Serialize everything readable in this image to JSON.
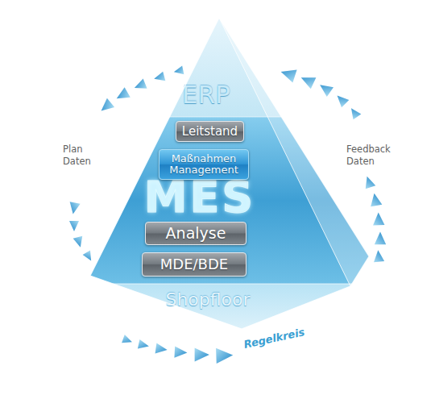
{
  "diagram": {
    "nodes": [
      {
        "text": [
          "ERP"
        ]
      },
      {
        "text": [
          "MES"
        ]
      },
      {
        "text": [
          "Leitstand"
        ],
        "in": 1
      },
      {
        "text": [
          "Maßnahmen Management"
        ],
        "in": 1
      },
      {
        "text": [
          "Analyse"
        ],
        "in": 1
      },
      {
        "text": [
          "MDE/BDE"
        ],
        "in": 1
      },
      {
        "text": [
          "Shopfloor"
        ]
      }
    ],
    "labels": [
      "Plan Daten",
      "Feedback Daten",
      "Regelkreis"
    ]
  }
}
